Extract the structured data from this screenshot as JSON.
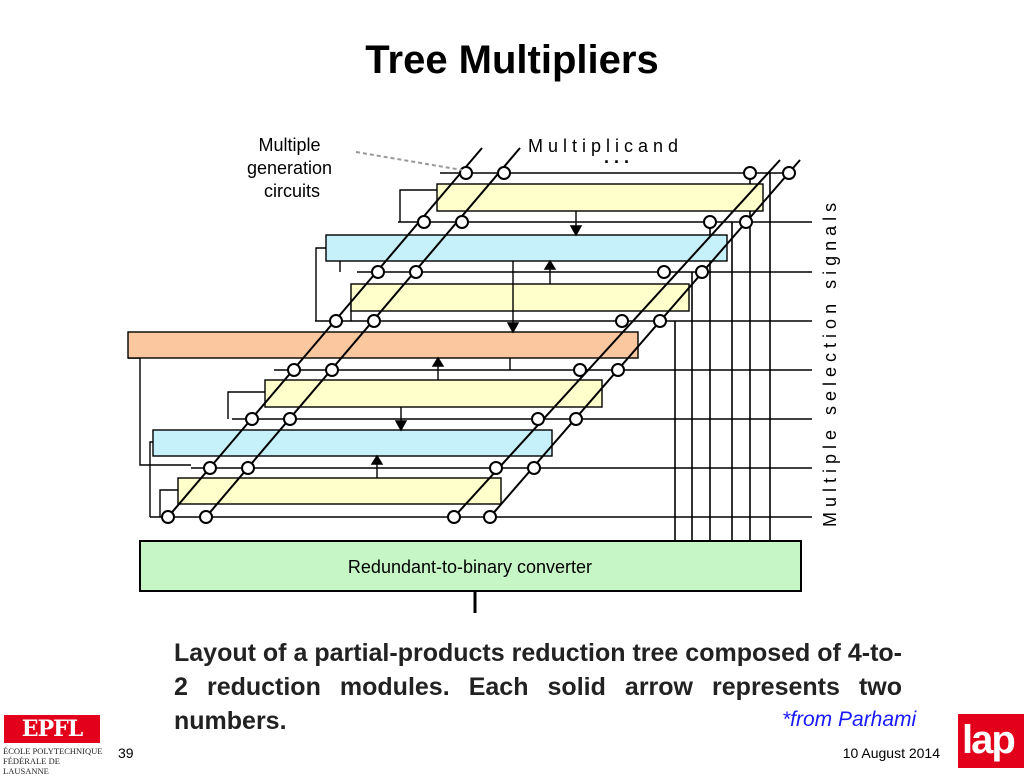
{
  "slide": {
    "title": "Tree Multipliers",
    "page_number": "39",
    "date": "10 August 2014",
    "credit": "*from Parhami"
  },
  "diagram": {
    "multiplicand_label": "M u l t i p l i c a n d",
    "ellipsis": ". . .",
    "generation_label": [
      "Multiple",
      "generation",
      "circuits"
    ],
    "selection_label": "M u l t i p l e   s e l e c t i o n   s i g n a l s",
    "converter_label": "Redundant-to-binary converter",
    "caption": "Layout of a partial-products reduction tree composed of 4-to-2 reduction modules. Each solid arrow represents two numbers.",
    "colors": {
      "yellow_module": "#ffffcc",
      "blue_module": "#c6f1fb",
      "orange_module": "#fac79e",
      "converter": "#c6f6c6"
    }
  },
  "logos": {
    "epfl_mark": "EPFL",
    "epfl_line1": "ÉCOLE POLYTECHNIQUE",
    "epfl_line2": "FÉDÉRALE DE LAUSANNE",
    "lap_mark": "lap"
  }
}
